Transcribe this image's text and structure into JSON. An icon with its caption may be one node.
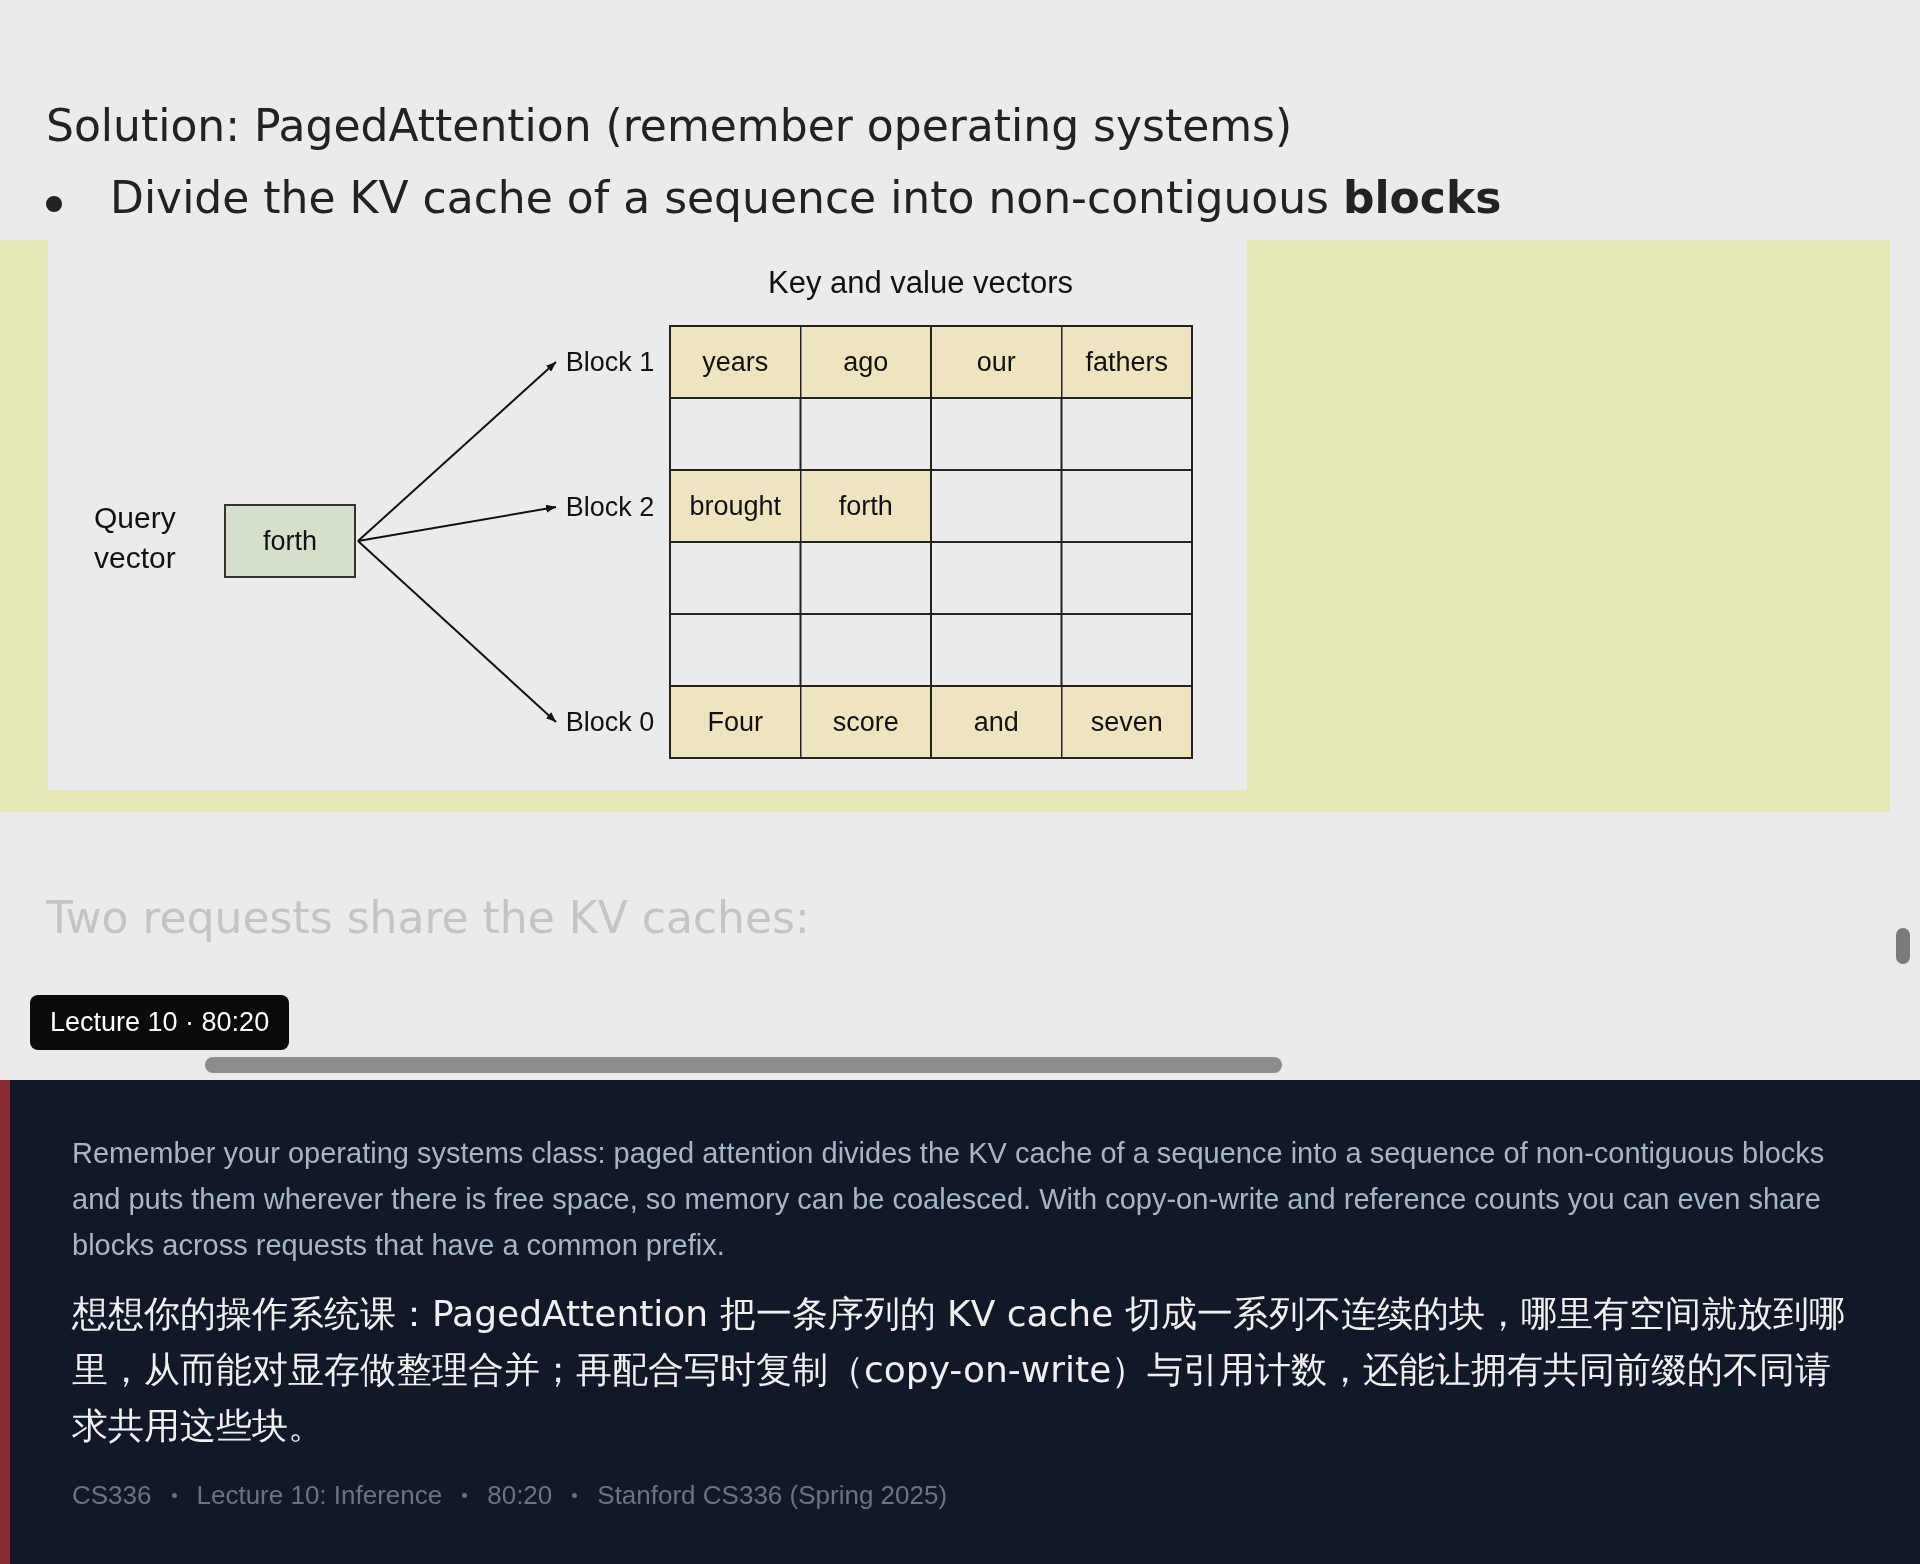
{
  "diagram": {
    "nodes": [
      {
        "text": [
          "forth"
        ],
        "beside": [
          "Query vector"
        ]
      },
      {
        "text": [
          "Block 1"
        ]
      },
      {
        "text": [
          "Block 2"
        ]
      },
      {
        "text": [
          "Block 0"
        ]
      }
    ],
    "edges": [
      {
        "from": 0,
        "to": 1,
        "arrow": "to"
      },
      {
        "from": 0,
        "to": 2,
        "arrow": "to"
      },
      {
        "from": 0,
        "to": 3,
        "arrow": "to"
      }
    ],
    "labels": [
      "Solution: PagedAttention (remember operating systems)",
      "Divide the KV cache of a sequence into non-contiguous **blocks**",
      "Key and value vectors",
      "years",
      "ago",
      "our",
      "fathers",
      "brought",
      "forth",
      "Four",
      "score",
      "and",
      "seven",
      "Two requests share the KV caches:",
      "Lecture 10 · 80:20",
      "Remember your operating systems class: paged attention divides the KV cache of a sequence into a sequence of non-contiguous blocks and puts them wherever there is free space, so memory can be coalesced. With copy-on-write and reference counts you can even share blocks across requests that have a common prefix.",
      "想想你的操作系统课：PagedAttention 把一条序列的 KV cache 切成一系列不连续的块，哪里有空间就放到哪里，从而能对显存做整理合并；再配合写时复制（copy-on-write）与引用计数，还能让拥有共同前缀的不同请求共用这些块。",
      "CS336",
      "Lecture 10: Inference",
      "80:20",
      "Stanford CS336 (Spring 2025)"
    ]
  }
}
